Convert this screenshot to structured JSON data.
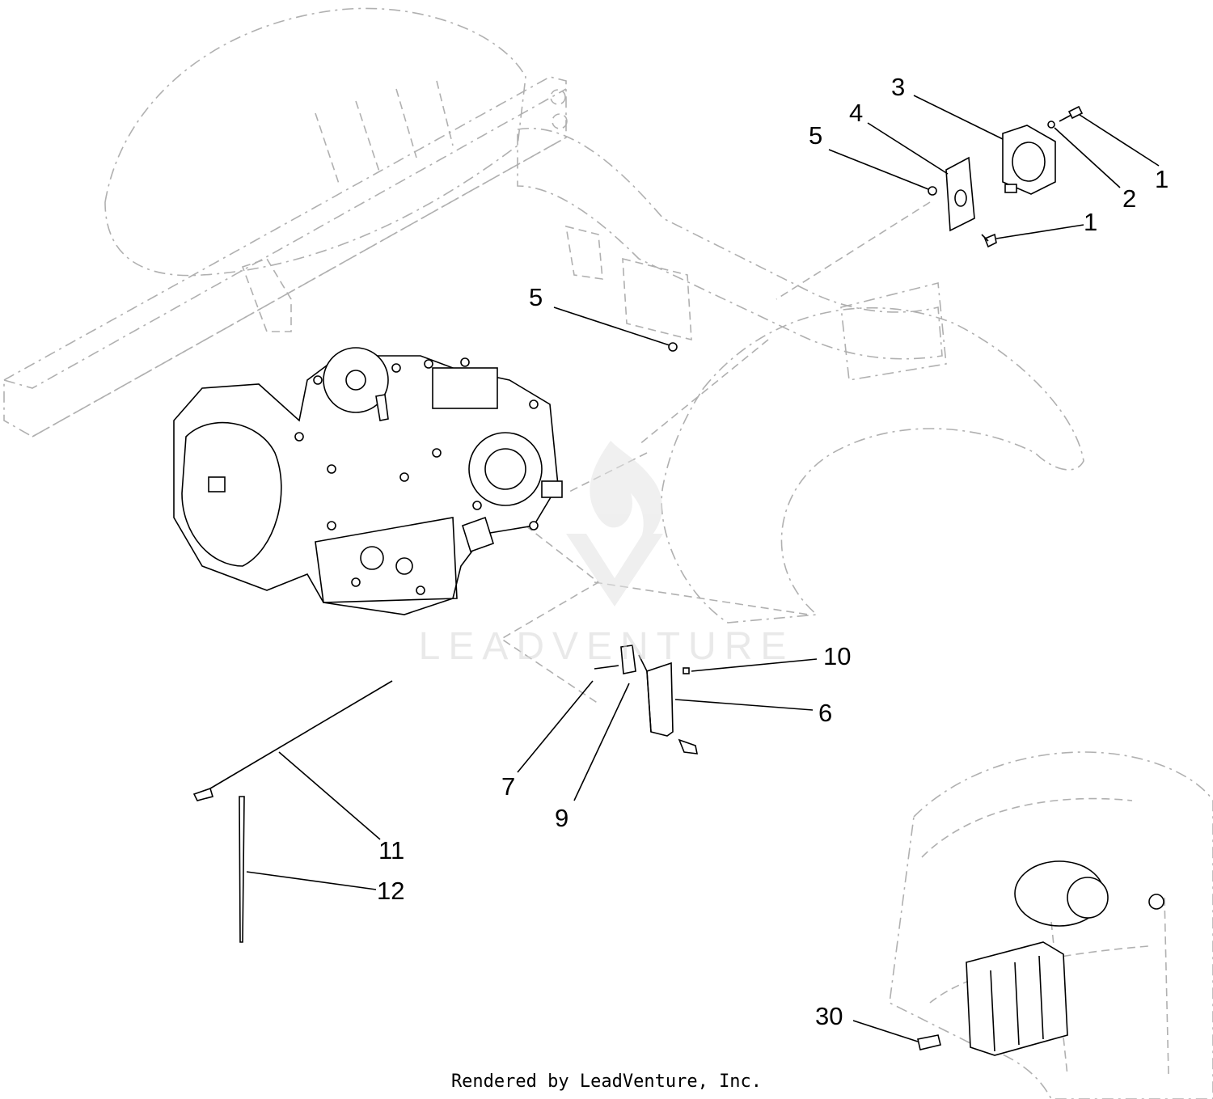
{
  "diagram": {
    "callouts": [
      "1",
      "1",
      "2",
      "3",
      "4",
      "5",
      "5",
      "6",
      "7",
      "9",
      "10",
      "11",
      "12",
      "30"
    ],
    "footer": "Rendered by LeadVenture, Inc.",
    "watermark": "LEADVENTURE",
    "colors": {
      "line": "#000000",
      "ghost_line": "#b0b0b0",
      "watermark": "#d8d8d8",
      "background": "#ffffff"
    }
  }
}
